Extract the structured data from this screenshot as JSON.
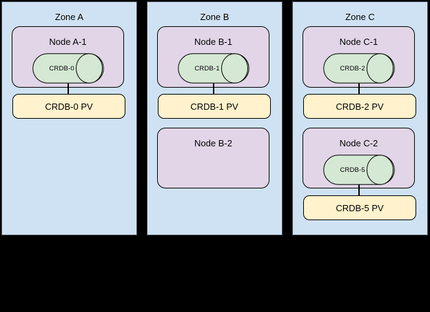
{
  "colors": {
    "background": "#000000",
    "zone_fill": "#cfe2f3",
    "zone_border": "#464a52",
    "node_fill": "#e1d5e7",
    "node_border": "#000000",
    "db_fill": "#d5e8d4",
    "db_border": "#000000",
    "pv_fill": "#fff2cc",
    "pv_border": "#000000",
    "connector_color": "#000000"
  },
  "zones": [
    {
      "label": "Zone A",
      "nodes": [
        {
          "label": "Node A-1",
          "db": "CRDB-0",
          "pv": "CRDB-0 PV"
        }
      ]
    },
    {
      "label": "Zone B",
      "nodes": [
        {
          "label": "Node B-1",
          "db": "CRDB-1",
          "pv": "CRDB-1 PV"
        },
        {
          "label": "Node B-2"
        }
      ]
    },
    {
      "label": "Zone C",
      "nodes": [
        {
          "label": "Node C-1",
          "db": "CRDB-2",
          "pv": "CRDB-2 PV"
        },
        {
          "label": "Node C-2",
          "db": "CRDB-5",
          "pv": "CRDB-5 PV"
        }
      ]
    }
  ]
}
